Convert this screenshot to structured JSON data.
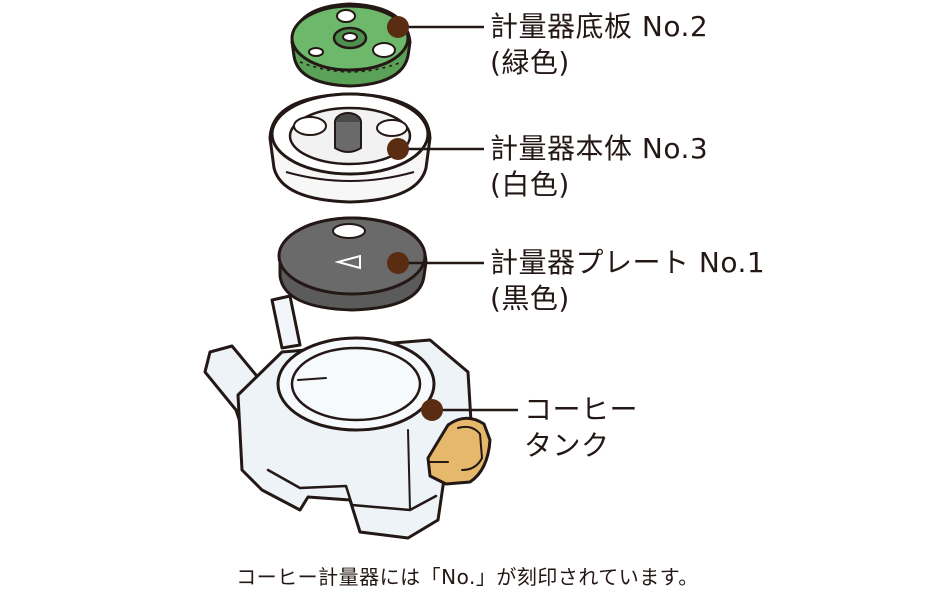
{
  "colors": {
    "leader_line": "#231815",
    "dot": "#5a2d13",
    "base_plate_green": "#6db86b",
    "body_white": "#f7f7f7",
    "plate_black": "#5b5b5b",
    "tank_clear": "#eef3f8",
    "knob_tan": "#e6b86c"
  },
  "parts": [
    {
      "line1": "計量器底板 No.2",
      "line2": "(緑色)"
    },
    {
      "line1": "計量器本体 No.3",
      "line2": "(白色)"
    },
    {
      "line1": "計量器プレート No.1",
      "line2": "(黒色)"
    },
    {
      "line1": "コーヒー",
      "line2": "タンク"
    }
  ],
  "caption": "コーヒー計量器には「No.」が刻印されています。"
}
